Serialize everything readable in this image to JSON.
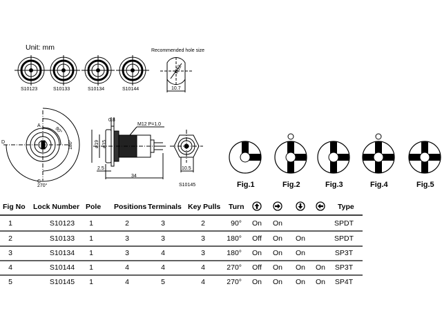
{
  "drawing": {
    "unit_label": "Unit:  mm",
    "hole_title": "Recommended hole size",
    "hole_diameter": "Ø12",
    "hole_flat": "10.7",
    "top_models": [
      "S10123",
      "S10133",
      "S10134",
      "S10144"
    ],
    "front_labels": {
      "a": "A",
      "c": "C",
      "d": "D",
      "deg90": "90°",
      "deg180": "180°",
      "deg270": "270°"
    },
    "side_labels": {
      "flange": "0.8",
      "thread": "M12  P=1.0",
      "dia19": "ø19",
      "dia15": "ø15",
      "offset": "2.5",
      "length": "34"
    },
    "rear_labels": {
      "width": "10.5",
      "model": "S10145"
    }
  },
  "figures": [
    {
      "label": "Fig.1",
      "arms": [
        "up",
        "right"
      ],
      "key_marker": false
    },
    {
      "label": "Fig.2",
      "arms": [
        "up",
        "right",
        "down"
      ],
      "key_marker": true
    },
    {
      "label": "Fig.3",
      "arms": [
        "up",
        "right",
        "down"
      ],
      "key_marker": false
    },
    {
      "label": "Fig.4",
      "arms": [
        "up",
        "right",
        "down",
        "left"
      ],
      "key_marker": true
    },
    {
      "label": "Fig.5",
      "arms": [
        "up",
        "right",
        "down",
        "left"
      ],
      "key_marker": false
    }
  ],
  "table": {
    "headers": [
      "Fig No",
      "Lock Number",
      "Pole",
      "Positions",
      "Terminals",
      "Key Pulls",
      "Turn",
      "",
      "",
      "",
      "",
      "Type"
    ],
    "direction_icons": [
      "arrow-up",
      "arrow-right",
      "arrow-down",
      "arrow-left"
    ],
    "rows": [
      [
        "1",
        "S10123",
        "1",
        "2",
        "3",
        "2",
        "90°",
        "On",
        "On",
        "",
        "",
        "SPDT"
      ],
      [
        "2",
        "S10133",
        "1",
        "3",
        "3",
        "3",
        "180°",
        "Off",
        "On",
        "On",
        "",
        "SPDT"
      ],
      [
        "3",
        "S10134",
        "1",
        "3",
        "4",
        "3",
        "180°",
        "On",
        "On",
        "On",
        "",
        "SP3T"
      ],
      [
        "4",
        "S10144",
        "1",
        "4",
        "4",
        "4",
        "270°",
        "Off",
        "On",
        "On",
        "On",
        "SP3T"
      ],
      [
        "5",
        "S10145",
        "1",
        "4",
        "5",
        "4",
        "270°",
        "On",
        "On",
        "On",
        "On",
        "SP4T"
      ]
    ]
  }
}
